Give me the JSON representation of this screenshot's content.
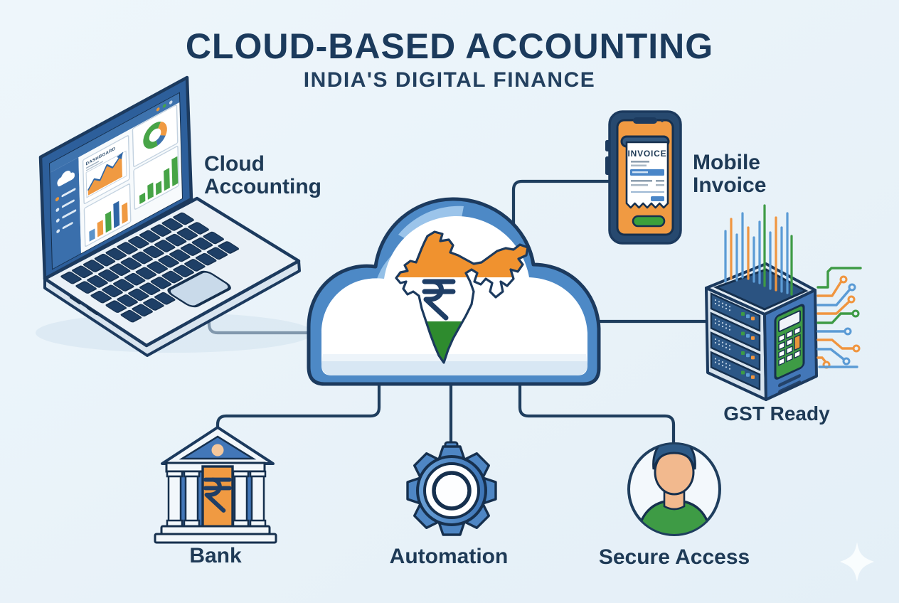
{
  "header": {
    "title": "CLOUD-BASED ACCOUNTING",
    "subtitle": "INDIA'S DIGITAL FINANCE"
  },
  "nodes": {
    "cloud_accounting": {
      "line1": "Cloud",
      "line2": "Accounting",
      "icon": "laptop-dashboard-icon"
    },
    "mobile_invoice": {
      "line1": "Mobile",
      "line2": "Invoice",
      "icon": "smartphone-invoice-icon"
    },
    "gst_ready": {
      "label": "GST Ready",
      "icon": "server-calculator-icon"
    },
    "bank": {
      "label": "Bank",
      "icon": "bank-building-icon"
    },
    "automation": {
      "label": "Automation",
      "icon": "gear-icon"
    },
    "secure_access": {
      "label": "Secure Access",
      "icon": "user-avatar-icon"
    }
  },
  "center": {
    "icon": "cloud-india-map-icon",
    "currency": "rupee-symbol"
  },
  "laptop": {
    "dashboard_title": "DASHBOARD"
  },
  "phone": {
    "receipt_title": "INVOICE"
  },
  "colors": {
    "background": "#e9f2f8",
    "navy_text": "#1e3a56",
    "outline": "#1c3a5e",
    "connector": "#1f3e5e",
    "blue": "#4377b8",
    "mid_blue": "#4e86c4",
    "sky_blue": "#5b9bd5",
    "light_blue": "#9cc6ea",
    "pale_blue": "#d7e3ee",
    "orange": "#f0953f",
    "saffron": "#f0922f",
    "green": "#3e9b45",
    "flag_green": "#2e8b2e",
    "skin": "#f2b98e",
    "white": "#ffffff"
  }
}
